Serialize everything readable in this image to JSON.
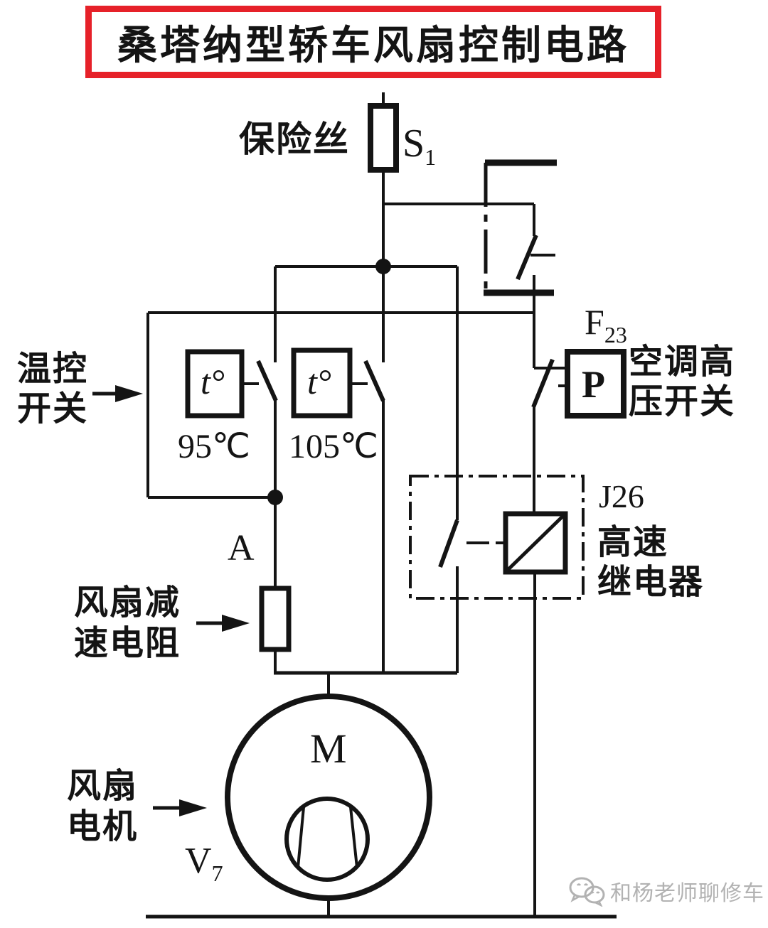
{
  "title": "桑塔纳型轿车风扇控制电路",
  "labels": {
    "fuse": "保险丝",
    "fuse_id_main": "S",
    "fuse_id_sub": "1",
    "thermo_symbol": "t°",
    "temp_switch_line1": "温控",
    "temp_switch_line2": "开关",
    "temp_95": "95℃",
    "temp_105": "105℃",
    "f23_main": "F",
    "f23_sub": "23",
    "pressure_symbol": "P",
    "ac_switch_line1": "空调高",
    "ac_switch_line2": "压开关",
    "relay_id": "J26",
    "relay_line1": "高速",
    "relay_line2": "继电器",
    "node_a": "A",
    "resistor_line1": "风扇减",
    "resistor_line2": "速电阻",
    "motor_symbol": "M",
    "motor_line1": "风扇",
    "motor_line2": "电机",
    "motor_id_main": "V",
    "motor_id_sub": "7",
    "watermark": "和杨老师聊修车"
  },
  "colors": {
    "background": "#ffffff",
    "line": "#141414",
    "title_border": "#e62129",
    "watermark": "#b2b2b2"
  }
}
